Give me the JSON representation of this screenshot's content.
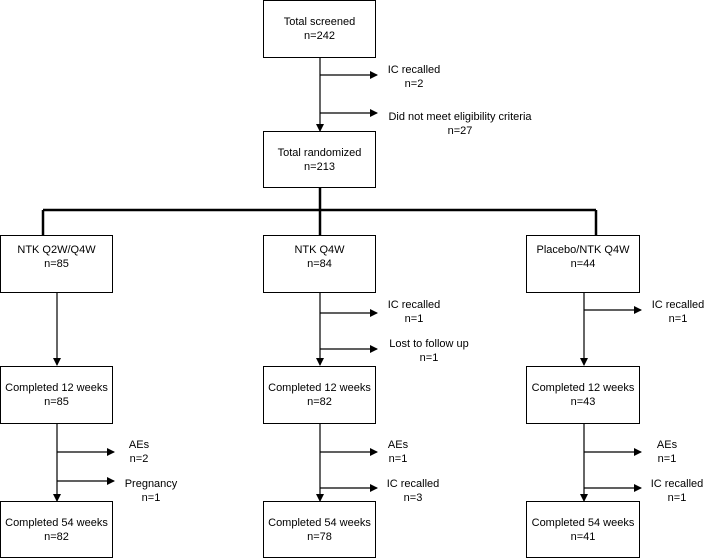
{
  "boxes": {
    "screened": {
      "label": "Total screened",
      "n": "n=242"
    },
    "randomized": {
      "label": "Total randomized",
      "n": "n=213"
    },
    "arm1": {
      "label": "NTK Q2W/Q4W",
      "n": "n=85"
    },
    "arm2": {
      "label": "NTK Q4W",
      "n": "n=84"
    },
    "arm3": {
      "label": "Placebo/NTK Q4W",
      "n": "n=44"
    },
    "arm1_12": {
      "label": "Completed 12 weeks",
      "n": "n=85"
    },
    "arm2_12": {
      "label": "Completed 12 weeks",
      "n": "n=82"
    },
    "arm3_12": {
      "label": "Completed 12 weeks",
      "n": "n=43"
    },
    "arm1_54": {
      "label": "Completed 54 weeks",
      "n": "n=82"
    },
    "arm2_54": {
      "label": "Completed 54 weeks",
      "n": "n=78"
    },
    "arm3_54": {
      "label": "Completed 54 weeks",
      "n": "n=41"
    }
  },
  "exclusions": {
    "screen_ic": {
      "label": "IC recalled",
      "n": "n=2"
    },
    "screen_elig": {
      "label": "Did not meet eligibility criteria",
      "n": "n=27"
    },
    "arm2_ic": {
      "label": "IC recalled",
      "n": "n=1"
    },
    "arm2_lost": {
      "label": "Lost to follow up",
      "n": "n=1"
    },
    "arm3_ic": {
      "label": "IC recalled",
      "n": "n=1"
    },
    "arm1_aes": {
      "label": "AEs",
      "n": "n=2"
    },
    "arm1_preg": {
      "label": "Pregnancy",
      "n": "n=1"
    },
    "arm2_aes": {
      "label": "AEs",
      "n": "n=1"
    },
    "arm2_ic2": {
      "label": "IC recalled",
      "n": "n=3"
    },
    "arm3_aes": {
      "label": "AEs",
      "n": "n=1"
    },
    "arm3_ic2": {
      "label": "IC recalled",
      "n": "n=1"
    }
  }
}
